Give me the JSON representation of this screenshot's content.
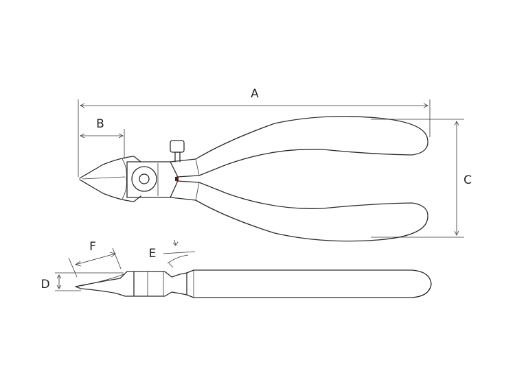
{
  "diagram": {
    "labels": {
      "a": "A",
      "b": "B",
      "c": "C",
      "d": "D",
      "e": "E",
      "f": "F"
    },
    "colors": {
      "line": "#2a2a2a",
      "background": "#ffffff",
      "pivot_mark": "#5a1a1a"
    }
  }
}
